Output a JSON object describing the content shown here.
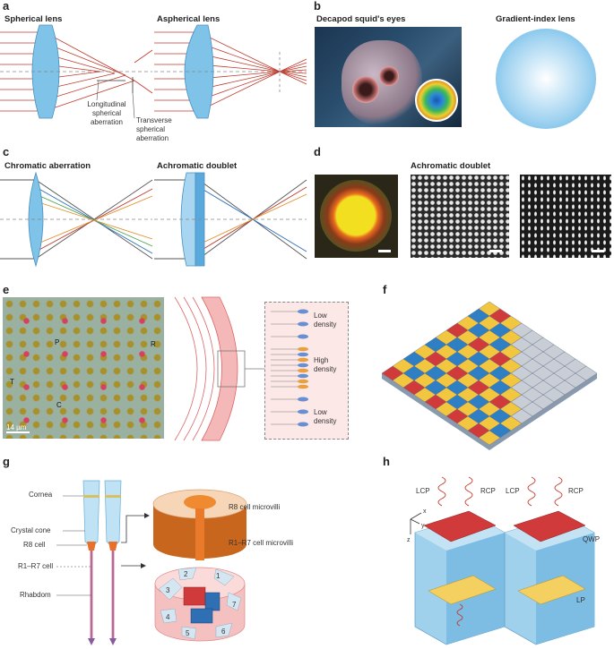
{
  "panels": {
    "a": {
      "letter": "a",
      "title_left": "Spherical lens",
      "title_right": "Aspherical lens",
      "label_long": "Longitudinal spherical aberration",
      "label_trans": "Transverse spherical aberration"
    },
    "b": {
      "letter": "b",
      "title_left": "Decapod squid's eyes",
      "title_right": "Gradient-index lens"
    },
    "c": {
      "letter": "c",
      "title_left": "Chromatic aberration",
      "title_right": "Achromatic doublet"
    },
    "d": {
      "letter": "d",
      "title": "Achromatic doublet"
    },
    "e": {
      "letter": "e",
      "scale": "14 µm",
      "labels": [
        "P",
        "R",
        "T",
        "C"
      ],
      "density": [
        "Low density",
        "High density",
        "Low density"
      ]
    },
    "f": {
      "letter": "f"
    },
    "g": {
      "letter": "g",
      "labels": [
        "Cornea",
        "Crystal cone",
        "R8 cell",
        "R1–R7 cell",
        "Rhabdom"
      ],
      "callouts": [
        "R8 cell microvilli",
        "R1–R7 cell microvilli"
      ],
      "numbers": [
        "1",
        "2",
        "3",
        "4",
        "5",
        "6",
        "7"
      ]
    },
    "h": {
      "letter": "h",
      "lcp": "LCP",
      "rcp": "RCP",
      "qwp": "QWP",
      "lp": "LP",
      "axes": [
        "x",
        "y",
        "z"
      ]
    }
  },
  "colors": {
    "lens": "#7fc3e8",
    "ray_red": "#c0392b",
    "ray_blue": "#2a6fc0",
    "ray_green": "#4aa34a",
    "ray_orange": "#e0902a",
    "rhabdom": "#c44",
    "checker_red": "#d13a3a",
    "checker_blue": "#2f7fc4",
    "checker_yellow": "#f3c640",
    "checker_gray": "#c9ced6"
  }
}
